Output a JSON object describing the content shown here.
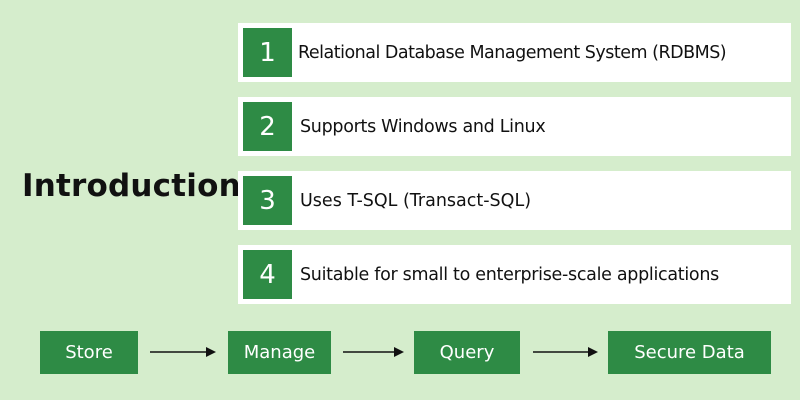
{
  "title": "Introduction",
  "items": [
    {
      "number": "1",
      "text": "Relational Database Management System (RDBMS)"
    },
    {
      "number": "2",
      "text": "Supports Windows and Linux"
    },
    {
      "number": "3",
      "text": "Uses T-SQL (Transact-SQL)"
    },
    {
      "number": "4",
      "text": "Suitable for small to enterprise-scale applications"
    }
  ],
  "flow": [
    "Store",
    "Manage",
    "Query",
    "Secure Data"
  ],
  "colors": {
    "background": "#d5edcc",
    "accent": "#2e8b45",
    "card": "#ffffff",
    "text": "#111111"
  },
  "icons": [
    "arrow-right-icon"
  ]
}
